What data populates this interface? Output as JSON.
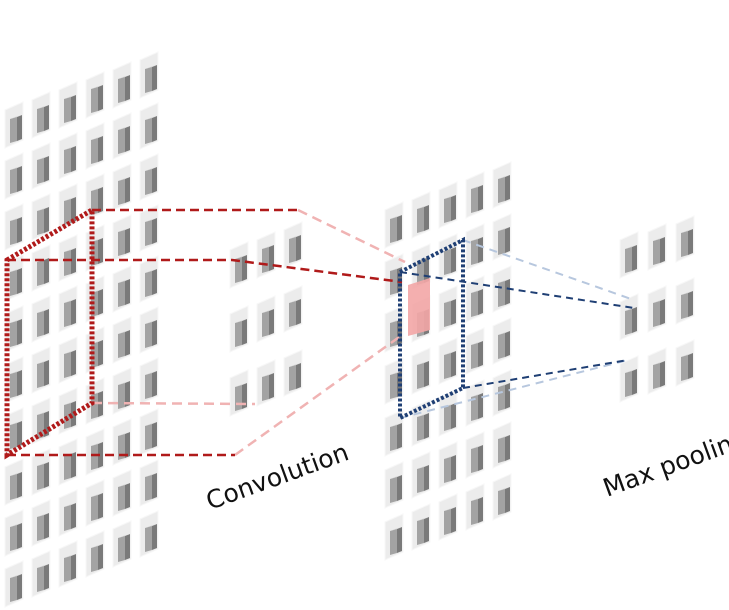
{
  "labels": {
    "convolution": "Convolution",
    "max_pooling": "Max pooling"
  },
  "layers": [
    {
      "id": "input",
      "rows": 10,
      "cols": 6
    },
    {
      "id": "kernel",
      "rows": 3,
      "cols": 3
    },
    {
      "id": "feature-map",
      "rows": 7,
      "cols": 5
    },
    {
      "id": "pooled",
      "rows": 3,
      "cols": 3
    }
  ],
  "colors": {
    "unit_front": "#a3a3a3",
    "unit_side": "#7a7a7a",
    "unit_top": "#d2d2d2",
    "unit_background": "#ececec",
    "highlight": "#f3a6a6",
    "conv_box": "#b01a1a",
    "conv_projection": "#f0b3b3",
    "pool_box": "#1f3f74",
    "pool_projection": "#b7c7de"
  }
}
